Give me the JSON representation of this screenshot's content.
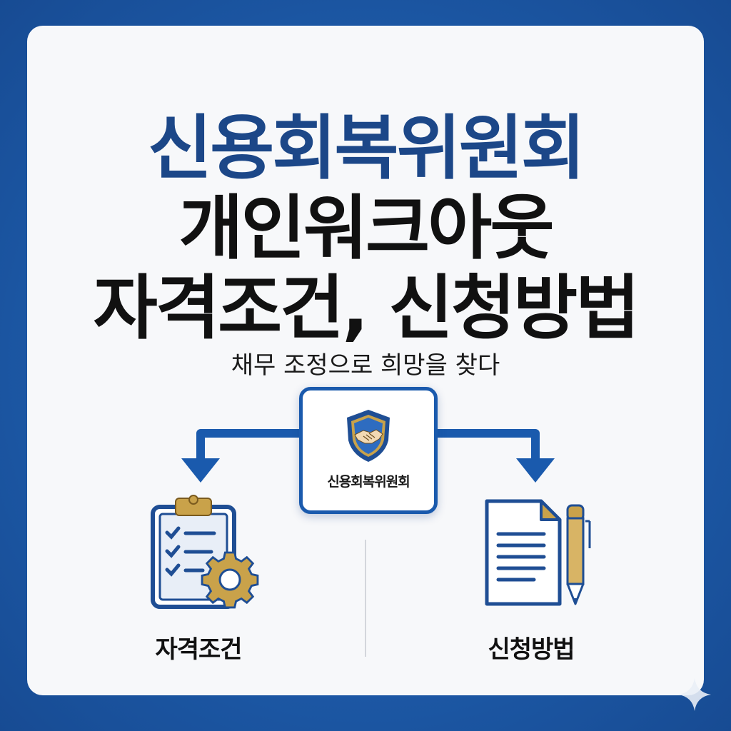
{
  "title": {
    "line1": "신용회복위원회",
    "line2": "개인워크아웃",
    "line3": "자격조건, 신청방법"
  },
  "subtitle": "채무 조정으로 희망을 찾다",
  "center_box": {
    "label": "신용회복위원회",
    "icon": "handshake-shield-icon"
  },
  "left_item": {
    "label": "자격조건",
    "icon": "clipboard-checklist-gear-icon"
  },
  "right_item": {
    "label": "신청방법",
    "icon": "document-pen-icon"
  },
  "colors": {
    "background": "#1d5aa8",
    "accent_blue": "#1a5aad",
    "title_blue": "#1c4788",
    "gold": "#c9a24a"
  }
}
